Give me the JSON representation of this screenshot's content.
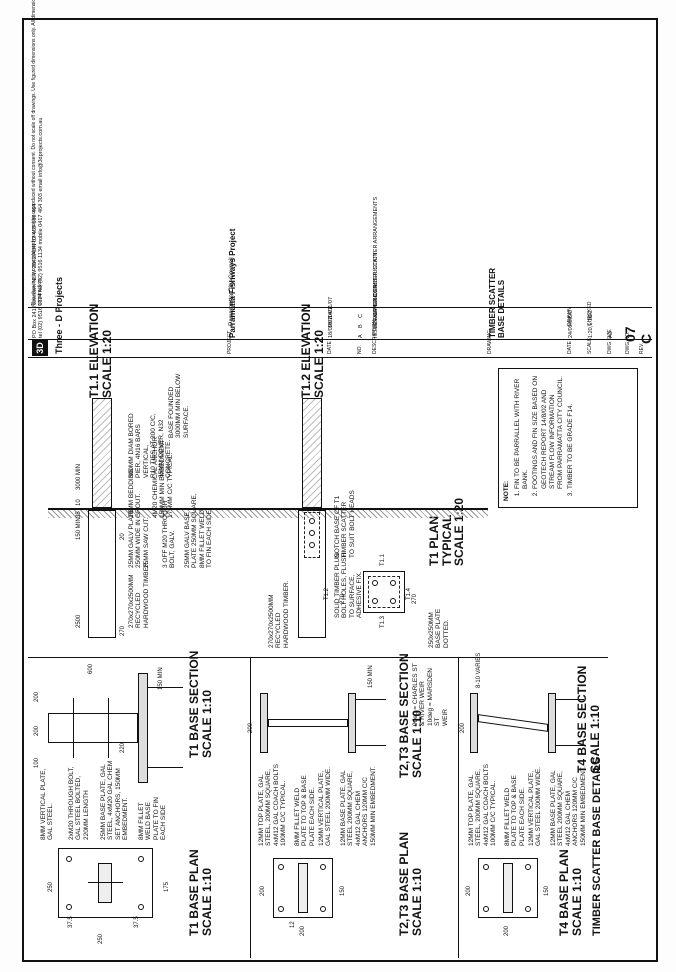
{
  "sheet": {
    "left_title": [
      "TIMBER SCATTER BASE DETAILS"
    ],
    "t1_base_plan": [
      "T1 BASE PLAN",
      "SCALE 1:10"
    ],
    "t1_base_section": [
      "T1 BASE SECTION",
      "SCALE 1:10"
    ],
    "t23_base_plan": [
      "T2,T3 BASE PLAN",
      "SCALE 1:10"
    ],
    "t23_base_section": [
      "T2,T3 BASE SECTION",
      "SCALE 1:10"
    ],
    "t4_base_plan": [
      "T4 BASE PLAN",
      "SCALE 1:10"
    ],
    "t4_base_section": [
      "T4 BASE SECTION",
      "SCALE 1:10"
    ],
    "t1_plan": [
      "T1 PLAN",
      "TYPICAL",
      "SCALE 1:20"
    ],
    "t11_elevation": [
      "T1.1 ELEVATION",
      "SCALE 1:20"
    ],
    "t12_elevation": [
      "T1.2 ELEVATION",
      "SCALE 1:20"
    ]
  },
  "annotations": {
    "t1_section_a": "8MM VERTICAL PLATE,\nGAL STEEL.",
    "t1_section_b": "2xM20 THROUGH BOLT,\nGAL STEEL BOLTED,\n220MM LENGTH",
    "t1_section_c": "25MM BASE PLATE, GAL\nSTEEL, 4xM20 GAL CHEM\nSET ANCHORS, 150MM\nEMBEDMENT.",
    "t1_section_d": "8MM FILLET WELD BASE\nPLATE TO FIN EACH SIDE",
    "t23_a": "12MM TOP PLATE, GAL\nSTEEL, 200MM SQUARE,\n4xM12 GAL COACH BOLTS\n100MM C/C TYPICAL.",
    "t23_b": "8MM FILLET WELD\nPLATE TO TOP & BASE\nPLATE EACH SIDE.",
    "t23_c": "12MM VERTICAL PLATE,\nGAL STEEL 200MM WIDE.",
    "t23_d": "12MM BASE PLATE, GAL\nSTEEL 200MM SQUARE,\n4xM12 GAL CHEM\nANCHORS 120MM C/C\n150MM MIN EMBEDMENT.",
    "t23_weir": "9deg = CHARLES ST\n& RIVER WEIR\n10deg = MARSDEN ST\nWEIR",
    "t4_a": "12MM TOP PLATE, GAL\nSTEEL, 200MM SQUARE,\n4xM12 GAL COACH BOLTS\n100MM C/C TYPICAL.",
    "t4_b": "8MM FILLET WELD\nPLATE TO TOP & BASE\nPLATE EACH SIDE.",
    "t4_c": "12MM VERTICAL PLATE,\nGAL STEEL 200MM WIDE.",
    "t4_d": "12MM BASE PLATE, GAL\nSTEEL 200MM SQUARE,\n4xM12 GAL CHEM\nANCHORS 120MM C/C\n150MM MIN EMBEDMENT.",
    "t4_varies": "8-10 VARIES",
    "t1_plan_a": "270x270x2500MM\nRECYCLED\nHARDWOOD TIMBER.",
    "t1_plan_b": "250x250MM\nBASE PLATE\nDOTTED.",
    "timber": "270x270x2500MM\nRECYCLED\nHARDWOOD TIMBER.",
    "elev_a": "25MM GALV PLATE\n250MM WIDE IN\n25MM SAW CUT.",
    "elev_b": "3 OFF M20 THROUGH\nBOLT, GALV.",
    "elev_c": "25MM GALV BASE\nPLATE 250MM SQUARE,\n8MM FILLET WELD\nTO FIN EACH SIDE.",
    "elev_d": "10MM BEDDING\nGROUT.",
    "elev_e": "4M20 CHEMICAL ANCHOR\n150MM MIN EMBEDMENT\n175MM C/C TYPICAL.",
    "elev_f": "300MM DIAM BORED\nPIER, 4N16 BARS VERTICAL,\nR10 TIES AT 300 C/C,\n65MM COVER, N32 CONCRETE.",
    "elev_g": "BASE FOUNDED\n3000MM MIN BELOW\nSURFACE.",
    "plug": "SOLID TIMBER PLUG\nBOLT HOLES, FLUSH\nTO SURFACE,\nADHESIVE FIX.",
    "notch": "NOTCH BASE OF T1\nTIMBER SCATTER\nTO SUIT BOLT HEADS"
  },
  "dims": {
    "d250": "250",
    "d175": "175",
    "d37": "37.5",
    "d100": "100",
    "d220": "220",
    "d200": "200",
    "d600": "600",
    "d150min": "150 MIN",
    "d150": "150",
    "d12": "12",
    "d270": "270",
    "d2500": "2500",
    "d3000": "3000 MIN",
    "d35": "35",
    "d10": "10",
    "d20": "20",
    "t12": "T1.2",
    "t13": "T1.3",
    "t14": "T1.4",
    "t11": "T1.1"
  },
  "notes": {
    "heading": "NOTE:",
    "items": [
      "FIN TO BE PARRALLEL WITH RIVER BANK.",
      "FOOTINGS AND FIN SIZE BASED ON GEOTECH REPORT 14/8/02 AND STREAM FLOW INFORMATION FROM PARRAMATTA CITY COUNCIL.",
      "TIMBER TO BE GRADE F14."
    ]
  },
  "title_block": {
    "company": "Three - D Projects",
    "company_address": "PO Box 241 Newtown NSW 2042  ABN 82 469 889 464\ntel (02) 9516 1324 fax (02) 9516 1134 mobile 0417 464 303 email info@3dprojects.com.au",
    "copyright": "This drawing is copyright and may not be reproduced without consent. Do not scale off drawings.  Use figured dimensions only.  All dimensions and existing conditions to be verified on site before construction.  Discrepancies should be bought to the attention of 3D Projects prior to construction.",
    "project_label": "PROJECT",
    "project_name": "Parramatta Fishways Project",
    "client": "Parramatta City Council",
    "date_label": "DATE",
    "no_label": "NO.",
    "desc_label": "DESCRIPTION",
    "revisions": [
      {
        "date": "18/09/07",
        "no": "A",
        "desc": "ISSUE FOR TENDER"
      },
      {
        "date": "18/10/07",
        "no": "B",
        "desc": "ISSUE FOR CONSTRUCTION"
      },
      {
        "date": "14/11/07",
        "no": "C",
        "desc": "AMMEND TIMBER SCATTER ARRANGEMENTS"
      }
    ],
    "drawing_label": "DRAWING",
    "drawing_title": "TIMBER SCATTER\nBASE DETAILS",
    "date_h": "DATE",
    "scale_h": "SCALE",
    "dwgsize_h": "DWG SIZE",
    "dwgno_h": "DWG NO.",
    "rev_h": "REV.",
    "date_v": "24/09/09",
    "scale_v": "1:20,1:10",
    "dwgsize_v": "A3",
    "dwgno_v": "07",
    "rev_v": "C",
    "drawn_h": "DRAWN",
    "checked_h": "CHECKED",
    "drawn_v": "CC",
    "checked_v": "CC"
  }
}
